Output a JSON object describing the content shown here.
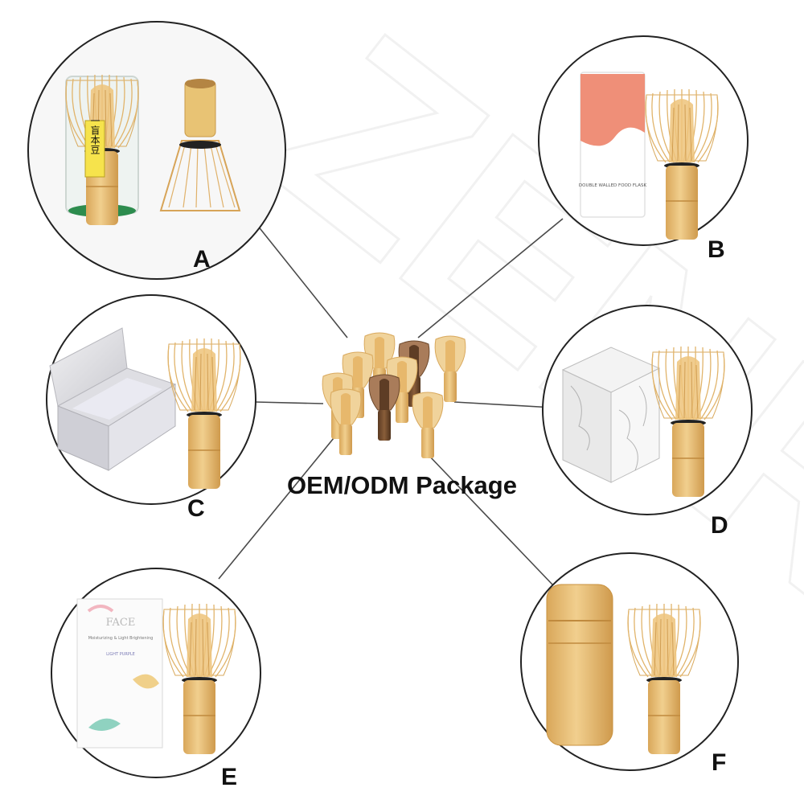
{
  "title": "OEM/ODM Package",
  "watermark": "ZENRC",
  "labels": {
    "a": "A",
    "b": "B",
    "c": "C",
    "d": "D",
    "e": "E",
    "f": "F"
  },
  "package_text": {
    "a_tag": "一盲本豆",
    "b_label": "DOUBLE WALLED FOOD FLASK",
    "e_brand": "FACE",
    "e_line1": "Moisturizing & Light Brightening",
    "e_line2": "LIGHT PURPLE"
  },
  "colors": {
    "bamboo": "#e6bc74",
    "bamboo_dark": "#c98f3e",
    "line": "#4a4a4a",
    "circle": "#222222",
    "tube_pink": "#ef8f78",
    "watermark": "#efefef"
  },
  "icons": [
    "matcha-whisk-icon",
    "gift-box-icon",
    "bamboo-tube-icon",
    "paper-tube-icon"
  ]
}
